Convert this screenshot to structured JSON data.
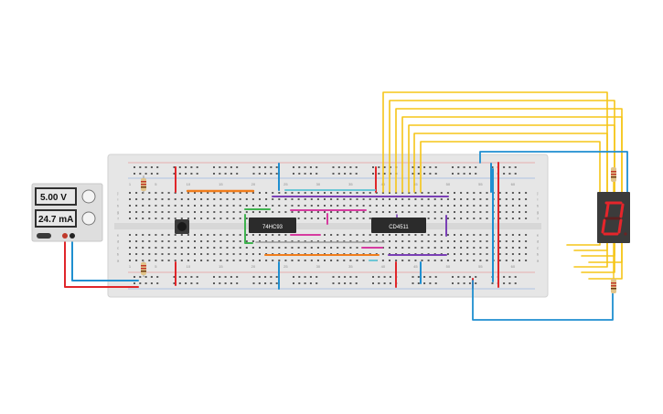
{
  "power_supply": {
    "voltage": "5.00 V",
    "current": "24.7 mA"
  },
  "chips": {
    "counter": "74HC93",
    "decoder": "CD4511"
  },
  "breadboard": {
    "column_labels": [
      "1",
      "5",
      "10",
      "15",
      "20",
      "25",
      "30",
      "35",
      "40",
      "45",
      "50",
      "55",
      "60"
    ],
    "row_labels_top": [
      "j",
      "i",
      "h",
      "g",
      "f"
    ],
    "row_labels_bottom": [
      "e",
      "d",
      "c",
      "b",
      "a"
    ]
  },
  "display": {
    "digit": "0"
  },
  "colors": {
    "red_wire": "#e0262a",
    "blue_wire": "#1f8fd0",
    "yellow_wire": "#f5c518",
    "orange_wire": "#f07d1c",
    "purple_wire": "#7a3fb5",
    "magenta_wire": "#d63ba0",
    "green_wire": "#3fb34f",
    "cyan_wire": "#6cc7d6",
    "gray_wire": "#9a9a9a",
    "board": "#e4e4e4",
    "segment_lit": "#e5252b"
  }
}
